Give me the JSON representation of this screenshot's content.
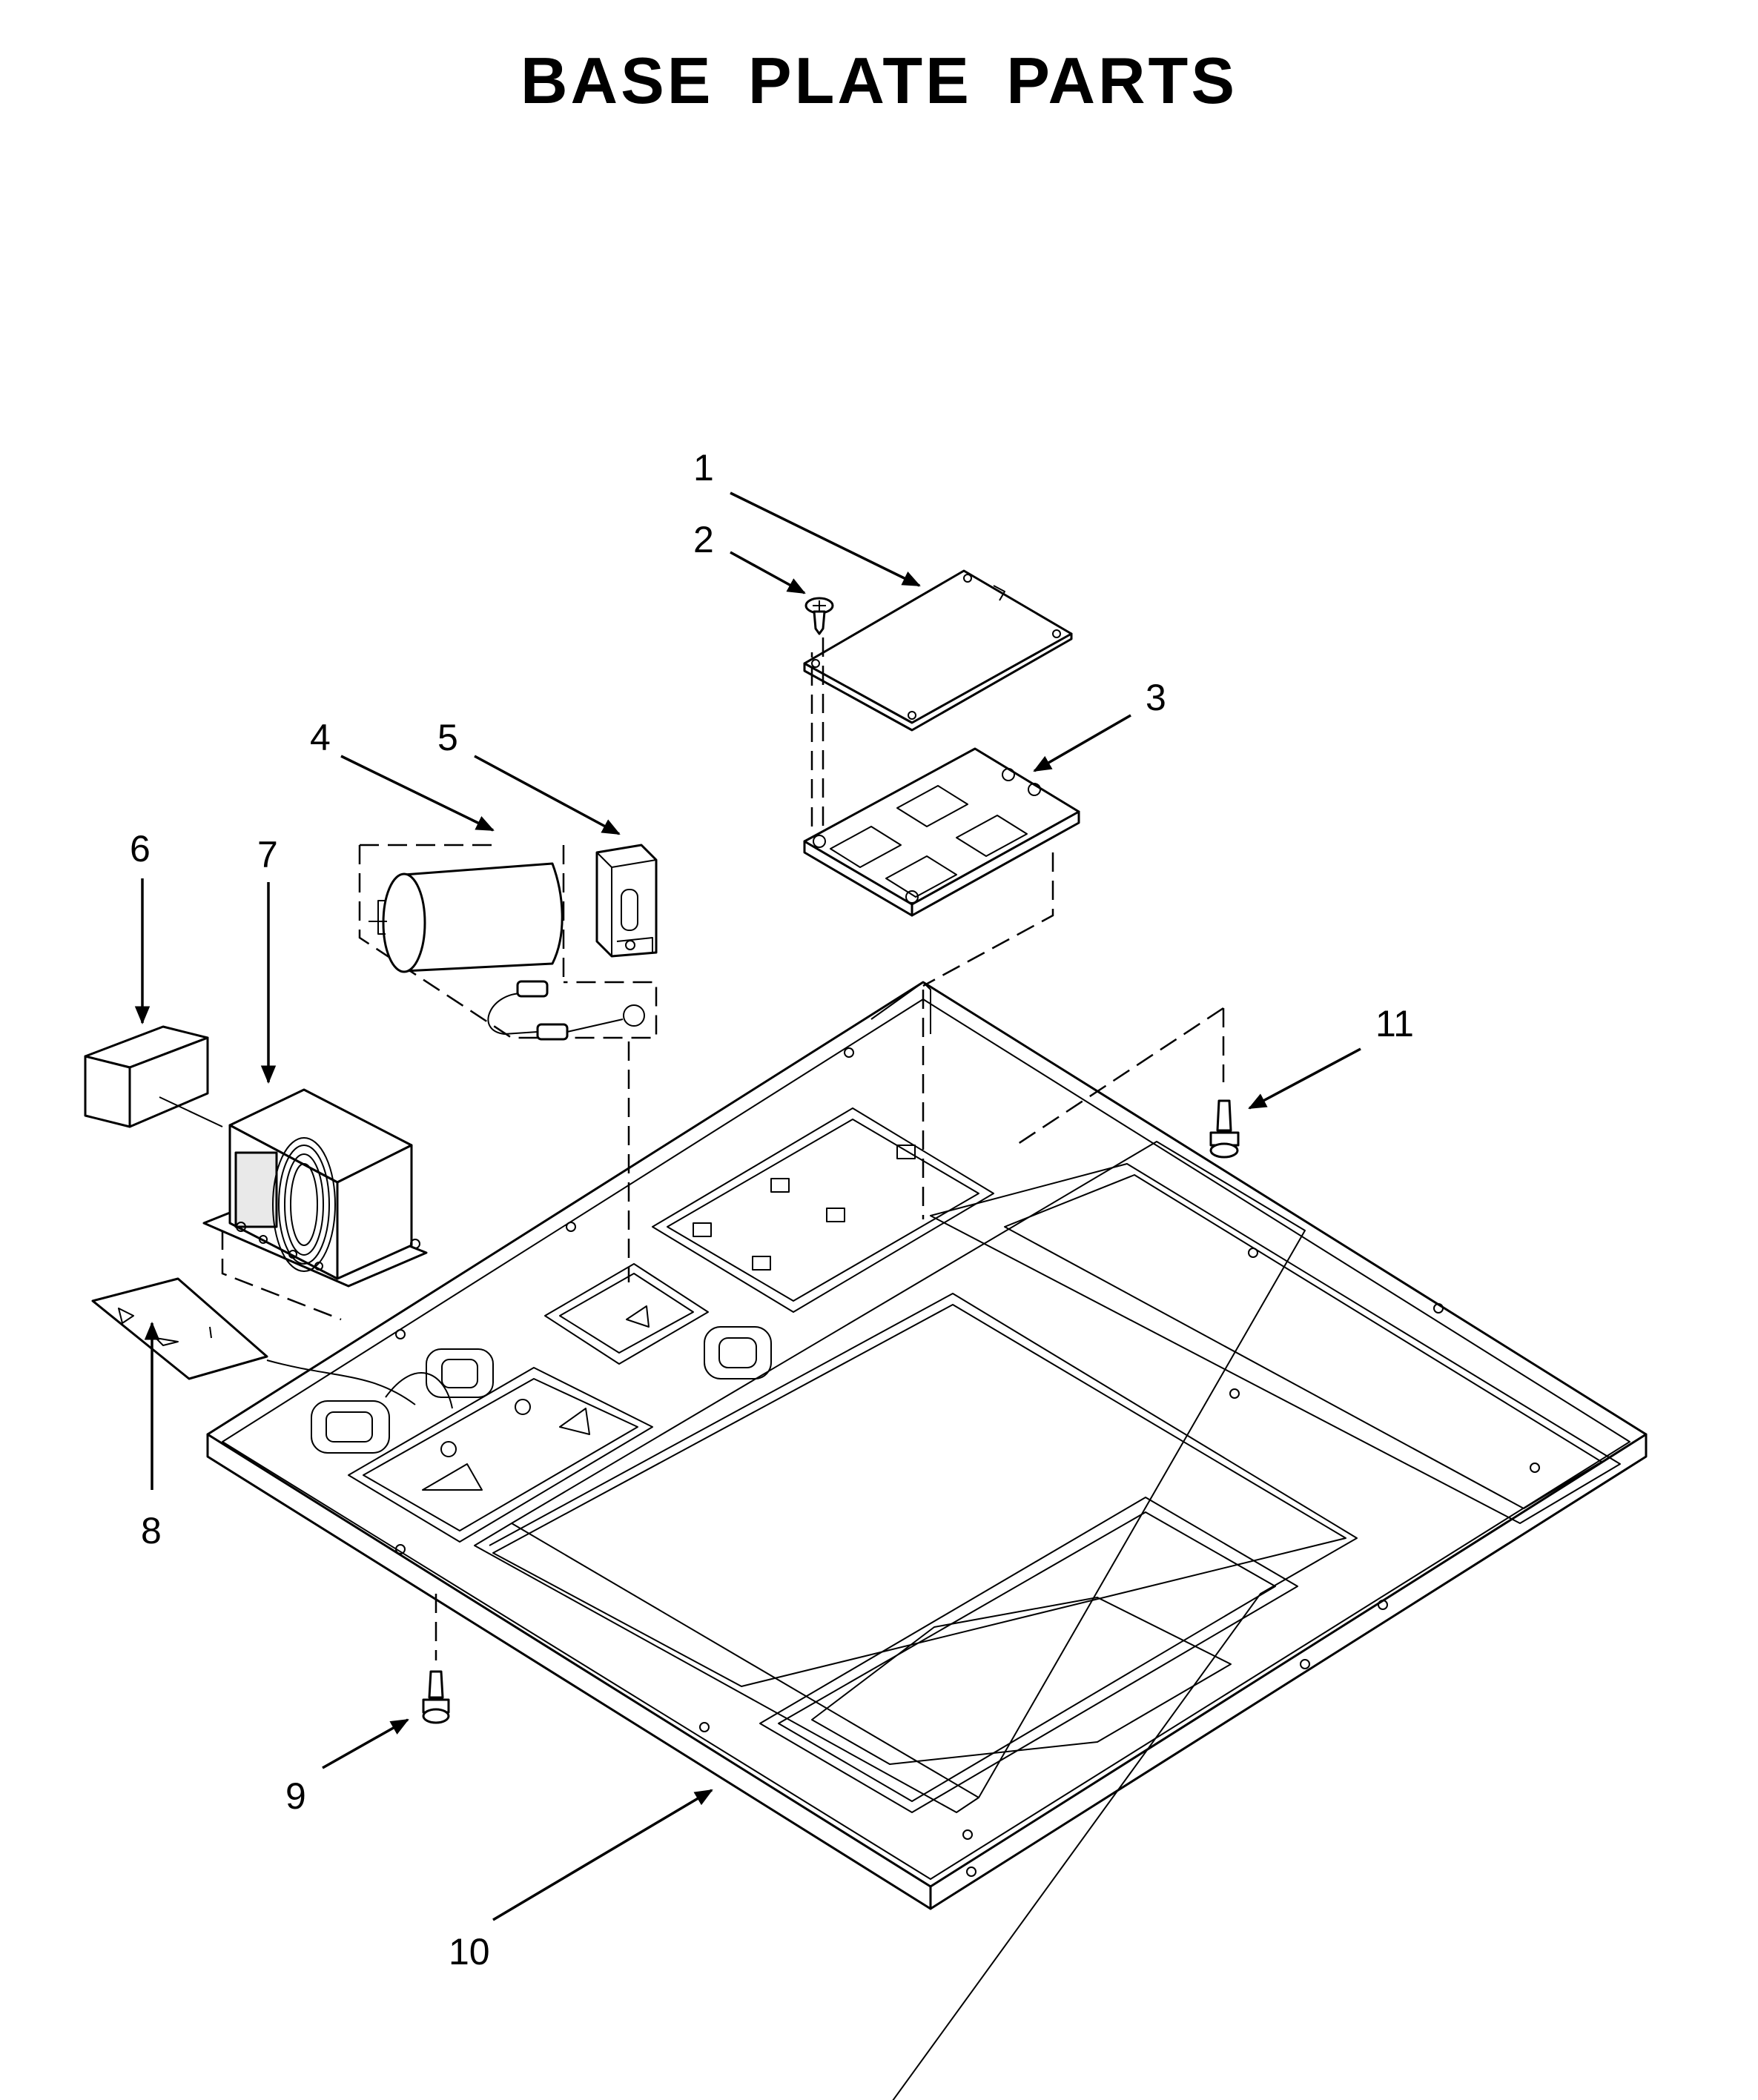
{
  "title": "BASE PLATE PARTS",
  "callouts": [
    {
      "id": "1",
      "label": "1"
    },
    {
      "id": "2",
      "label": "2"
    },
    {
      "id": "3",
      "label": "3"
    },
    {
      "id": "4",
      "label": "4"
    },
    {
      "id": "5",
      "label": "5"
    },
    {
      "id": "6",
      "label": "6"
    },
    {
      "id": "7",
      "label": "7"
    },
    {
      "id": "8",
      "label": "8"
    },
    {
      "id": "9",
      "label": "9"
    },
    {
      "id": "10",
      "label": "10"
    },
    {
      "id": "11",
      "label": "11"
    }
  ]
}
